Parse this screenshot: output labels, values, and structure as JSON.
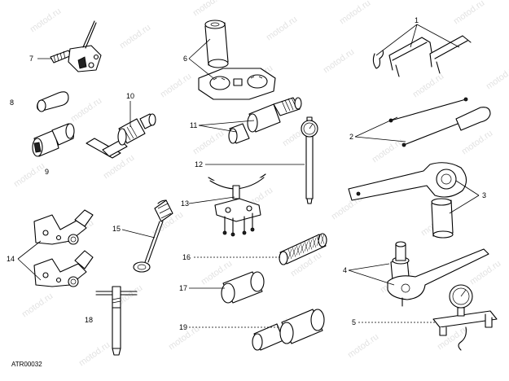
{
  "watermark": "motod.ru",
  "code_label": "ATR00032",
  "part_numbers": {
    "p1": "1",
    "p2": "2",
    "p3": "3",
    "p4": "4",
    "p5": "5",
    "p6": "6",
    "p7": "7",
    "p8": "8",
    "p9": "9",
    "p10": "10",
    "p11": "11",
    "p12": "12",
    "p13": "13",
    "p14": "14",
    "p15": "15",
    "p16": "16",
    "p17": "17",
    "p18": "18",
    "p19": "19"
  }
}
